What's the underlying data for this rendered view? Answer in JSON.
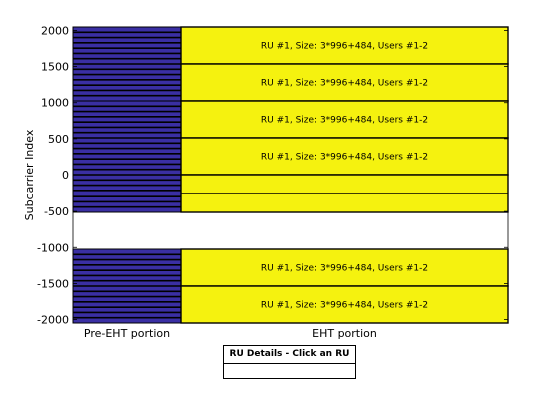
{
  "chart_data": {
    "type": "bar",
    "ylabel": "Subcarrier Index",
    "ylim": [
      -2048,
      2048
    ],
    "yticks": [
      2000,
      1500,
      1000,
      500,
      0,
      -500,
      -1000,
      -1500,
      -2000
    ],
    "categories": [
      "Pre-EHT portion",
      "EHT portion"
    ],
    "colors": {
      "pre_eht": "#3a2fa3",
      "eht": "#f5f20f",
      "outline": "#000000"
    },
    "pre_eht_blocks": [
      {
        "from": 1024,
        "to": 2048,
        "lines": 14
      },
      {
        "from": -512,
        "to": 1024,
        "lines": 21
      },
      {
        "from": -2048,
        "to": -1024,
        "lines": 14
      }
    ],
    "ru_blocks": [
      {
        "from": 1536,
        "to": 2048,
        "label": "RU #1, Size: 3*996+484, Users #1-2"
      },
      {
        "from": 1024,
        "to": 1536,
        "label": "RU #1, Size: 3*996+484, Users #1-2"
      },
      {
        "from": 512,
        "to": 1024,
        "label": "RU #1, Size: 3*996+484, Users #1-2"
      },
      {
        "from": 0,
        "to": 512,
        "label": "RU #1, Size: 3*996+484, Users #1-2"
      },
      {
        "from": -512,
        "to": 0,
        "label": ""
      },
      {
        "from": -1536,
        "to": -1024,
        "label": "RU #1, Size: 3*996+484, Users #1-2"
      },
      {
        "from": -2048,
        "to": -1536,
        "label": "RU #1, Size: 3*996+484, Users #1-2"
      }
    ],
    "eht_inner_lines": [
      -256
    ]
  },
  "details_panel": {
    "title": "RU Details - Click an RU",
    "body": ""
  }
}
